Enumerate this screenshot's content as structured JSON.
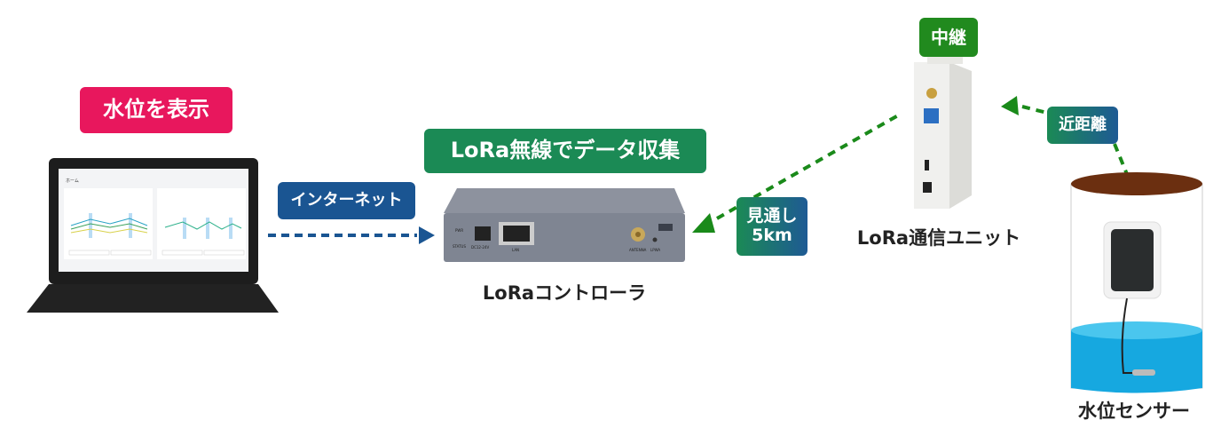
{
  "labels": {
    "display_water_level": "水位を表示",
    "internet": "インターネット",
    "lora_collection": "LoRa無線でデータ収集",
    "line_of_sight": "見通し",
    "distance": "5km",
    "relay": "中継",
    "short_range": "近距離"
  },
  "captions": {
    "controller": "LoRaコントローラ",
    "unit": "LoRa通信ユニット",
    "sensor": "水位センサー"
  },
  "laptop_screen": {
    "title": "ホーム"
  },
  "controller_ports": {
    "pwr": "PWR",
    "status": "STATUS",
    "power": "DC12-24V",
    "lan": "LAN",
    "antenna": "ANTENNA",
    "lpwa": "LPWA"
  },
  "colors": {
    "pink": "#e8175d",
    "green": "#1b8a55",
    "blue": "#1a5592",
    "relay_green": "#218a1e",
    "arrow_green": "#1a8a1a",
    "water": "#16a8e0",
    "lid": "#6b2f10"
  }
}
